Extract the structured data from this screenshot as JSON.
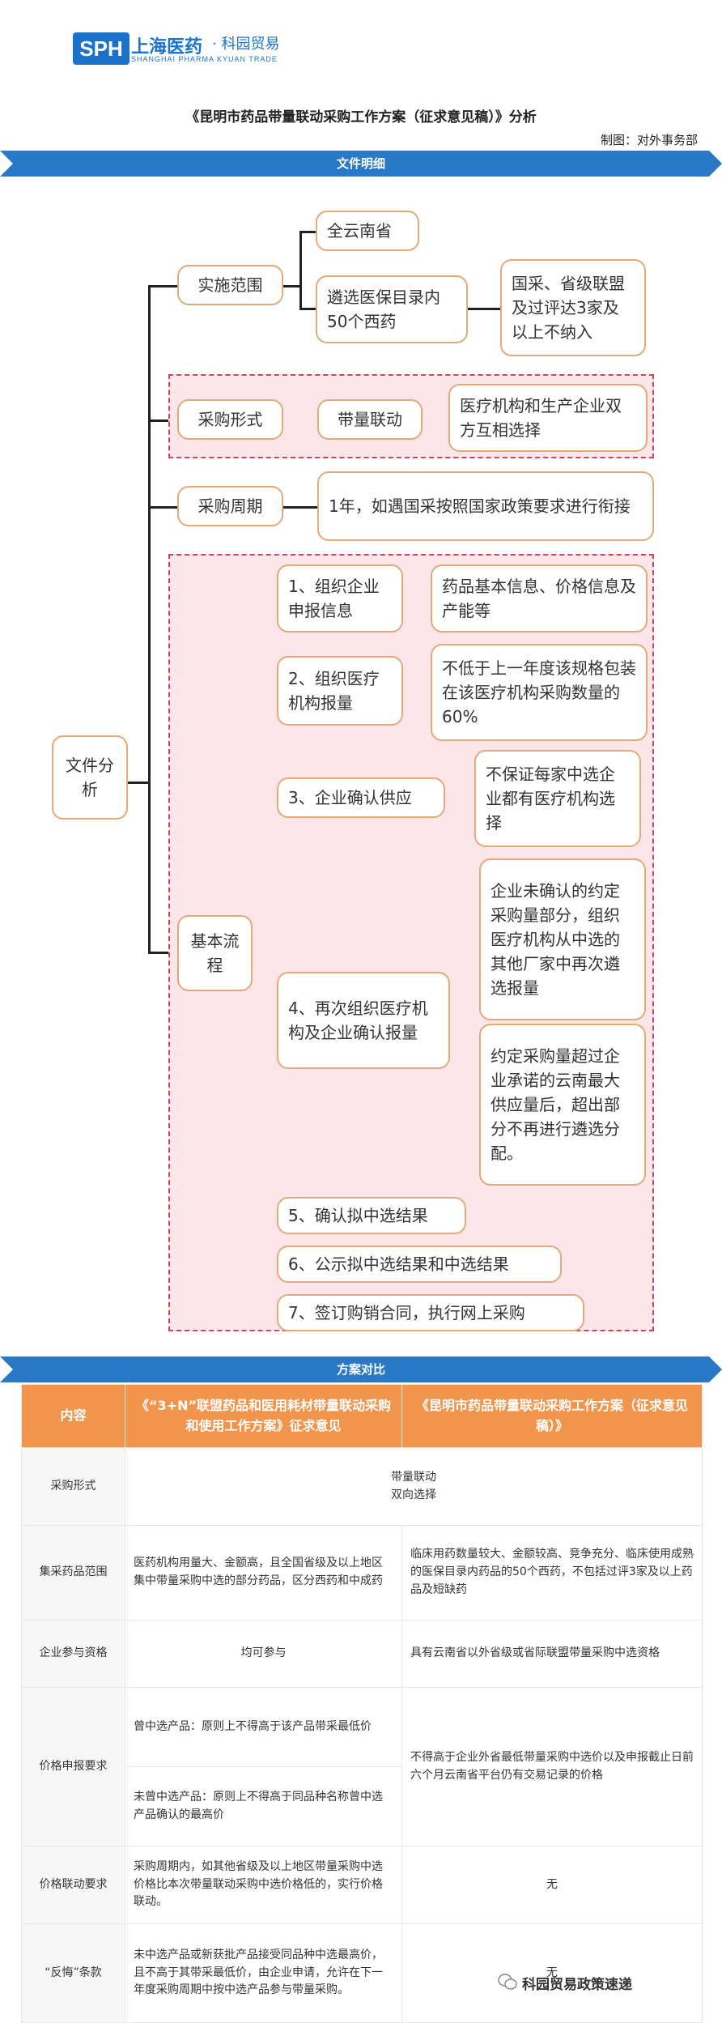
{
  "header": {
    "logo_abbr": "SPH",
    "logo_cn": "上海医药",
    "logo_en": "SHANGHAI PHARMA",
    "logo_trade_cn": "· 科园贸易",
    "logo_trade_en": "KYUAN TRADE",
    "title": "《昆明市药品带量联动采购工作方案（征求意见稿）》分析",
    "maker": "制图：对外事务部"
  },
  "colors": {
    "ribbon": "#2a79c7",
    "accent": "#f2954c",
    "node_border": "#e3a977",
    "group_border": "#d0435a",
    "group_fill": "#fde6ea"
  },
  "section1": {
    "ribbon": "文件明细",
    "root": "文件分析",
    "scope": {
      "label": "实施范围",
      "child1": "全云南省",
      "child2": "遴选医保目录内50个西药",
      "child2_note": "国采、省级联盟及过评达3家及以上不纳入"
    },
    "form": {
      "label": "采购形式",
      "child": "带量联动",
      "note": "医疗机构和生产企业双方互相选择"
    },
    "cycle": {
      "label": "采购周期",
      "note": "1年，如遇国采按照国家政策要求进行衔接"
    },
    "flow": {
      "label": "基本流程",
      "step1": "1、组织企业申报信息",
      "step1_note": "药品基本信息、价格信息及产能等",
      "step2": "2、组织医疗机构报量",
      "step2_note": "不低于上一年度该规格包装在该医疗机构采购数量的60%",
      "step3": "3、企业确认供应",
      "step3_note": "不保证每家中选企业都有医疗机构选择",
      "step4": "4、再次组织医疗机构及企业确认报量",
      "step4_note1": "企业未确认的约定采购量部分，组织医疗机构从中选的其他厂家中再次遴选报量",
      "step4_note2": "约定采购量超过企业承诺的云南最大供应量后，超出部分不再进行遴选分配。",
      "step5": "5、确认拟中选结果",
      "step6": "6、公示拟中选结果和中选结果",
      "step7": "7、签订购销合同，执行网上采购"
    }
  },
  "section2": {
    "ribbon": "方案对比",
    "headers": [
      "内容",
      "《“3+N”联盟药品和医用耗材带量联动采购和使用工作方案》征求意见",
      "《昆明市药品带量联动采购工作方案（征求意见稿）》"
    ],
    "rows": {
      "form": {
        "label": "采购形式",
        "merged": "带量联动\n双向选择"
      },
      "scope": {
        "label": "集采药品范围",
        "a": "医药机构用量大、金额高，且全国省级及以上地区集中带量采购中选的部分药品，区分西药和中成药",
        "b": "临床用药数量较大、金额较高、竞争充分、临床使用成熟的医保目录内药品的50个西药，不包括过评3家及以上药品及短缺药"
      },
      "qual": {
        "label": "企业参与资格",
        "a": "均可参与",
        "b": "具有云南省以外省级或省际联盟带量采购中选资格"
      },
      "price": {
        "label": "价格申报要求",
        "a1": "曾中选产品：原则上不得高于该产品带采最低价",
        "a2": "未曾中选产品：原则上不得高于同品种名称曾中选产品确认的最高价",
        "b": "不得高于企业外省最低带量采购中选价以及申报截止日前六个月云南省平台仍有交易记录的价格"
      },
      "link": {
        "label": "价格联动要求",
        "a": "采购周期内，如其他省级及以上地区带量采购中选价格比本次带量联动采购中选价格低的，实行价格联动。",
        "b": "无"
      },
      "anti": {
        "label": "“反悔”条款",
        "a": "未中选产品或新获批产品接受同品种中选最高价，且不高于其带采最低价，由企业申请，允许在下一年度采购周期中按中选产品参与带量采购。",
        "b": "无"
      }
    }
  },
  "watermark": "科园贸易政策速递"
}
